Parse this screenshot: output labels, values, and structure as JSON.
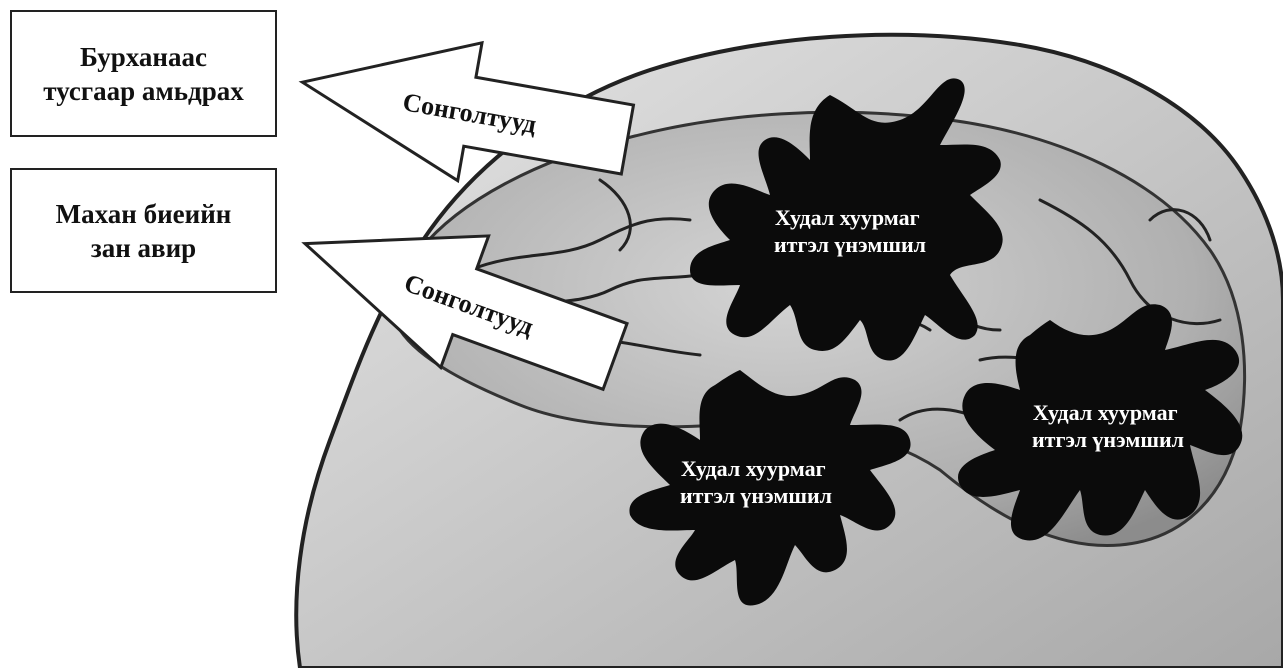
{
  "boxes": [
    {
      "line1": "Бурханаас",
      "line2": "тусгаар амьдрах"
    },
    {
      "line1": "Махан биеийн",
      "line2": "зан авир"
    }
  ],
  "arrows": [
    {
      "label": "Сонголтууд"
    },
    {
      "label": "Сонголтууд"
    }
  ],
  "blots": [
    {
      "line1": "Худал хуурмаг",
      "line2": "итгэл үнэмшил"
    },
    {
      "line1": "Худал хуурмаг",
      "line2": "итгэл үнэмшил"
    },
    {
      "line1": "Худал хуурмаг",
      "line2": "итгэл үнэмшил"
    }
  ],
  "colors": {
    "blot": "#0b0b0b",
    "brain": "#b9b9b9",
    "head": "#cfcfcf"
  }
}
